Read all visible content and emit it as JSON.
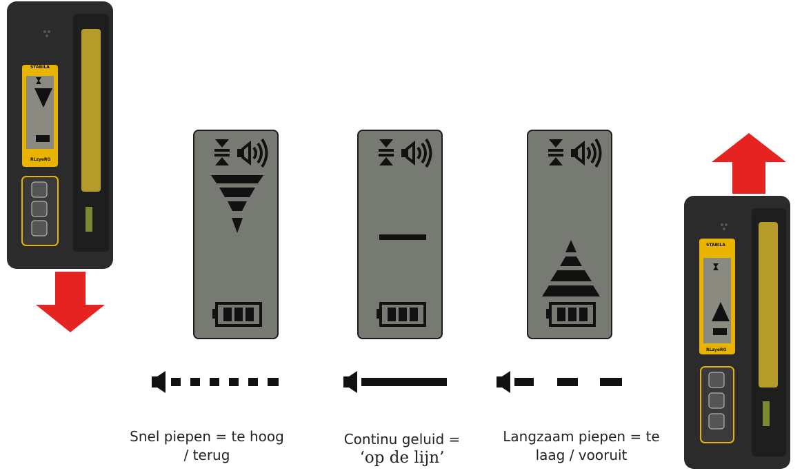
{
  "colors": {
    "lcd_bg": "#777a72",
    "device_body": "#2b2b2b",
    "device_accent": "#e8b400",
    "arrow_red": "#e52421",
    "ink": "#111111"
  },
  "devices": [
    {
      "id": "left",
      "brand": "STABILA",
      "model": "RLzyeRG",
      "indicator": "arrow-down",
      "direction_arrow": "down"
    },
    {
      "id": "right",
      "brand": "STABILA",
      "model": "RLzyeRG",
      "indicator": "arrow-up",
      "direction_arrow": "up"
    }
  ],
  "displays": [
    {
      "id": "too-high",
      "indicator": "down-triangles",
      "icons": [
        "level-mark-icon",
        "speaker-icon",
        "battery-icon"
      ]
    },
    {
      "id": "on-line",
      "indicator": "center-bar",
      "icons": [
        "level-mark-icon",
        "speaker-icon",
        "battery-icon"
      ]
    },
    {
      "id": "too-low",
      "indicator": "up-triangles",
      "icons": [
        "level-mark-icon",
        "speaker-icon",
        "battery-icon"
      ]
    }
  ],
  "sound_patterns": [
    {
      "id": "fast",
      "pattern": "short dashes"
    },
    {
      "id": "continuous",
      "pattern": "solid line"
    },
    {
      "id": "slow",
      "pattern": "long dashes"
    }
  ],
  "captions": {
    "fast": {
      "line1": "Snel piepen = te hoog",
      "line2": "/ terug"
    },
    "continuous": {
      "line1": "Continu geluid =",
      "line2": "‘op de lijn’"
    },
    "slow": {
      "line1": "Langzaam piepen = te",
      "line2": "laag / vooruit"
    }
  }
}
